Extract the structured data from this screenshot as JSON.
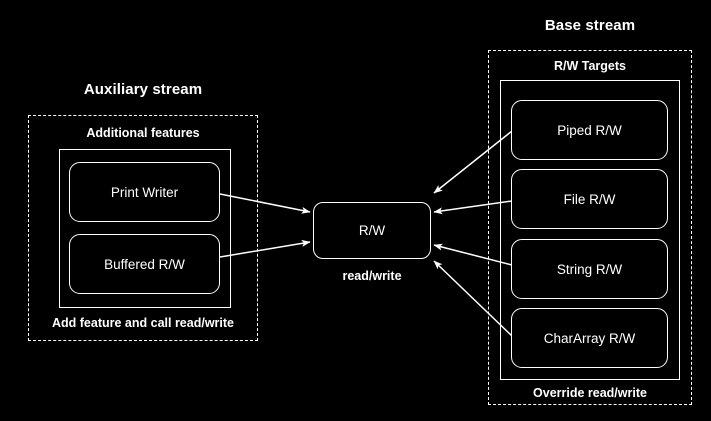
{
  "diagram": {
    "background_color": "#000000",
    "stroke_color": "#ffffff",
    "auxiliary": {
      "title": "Auxiliary stream",
      "caption": "Additional features",
      "footer": "Add feature and call read/write",
      "nodes": [
        {
          "label": "Print Writer"
        },
        {
          "label": "Buffered R/W"
        }
      ]
    },
    "center": {
      "node_label": "R/W",
      "caption": "read/write"
    },
    "base": {
      "title": "Base stream",
      "caption": "R/W Targets",
      "footer": "Override read/write",
      "nodes": [
        {
          "label": "Piped R/W"
        },
        {
          "label": "File R/W"
        },
        {
          "label": "String R/W"
        },
        {
          "label": "CharArray R/W"
        }
      ]
    }
  }
}
